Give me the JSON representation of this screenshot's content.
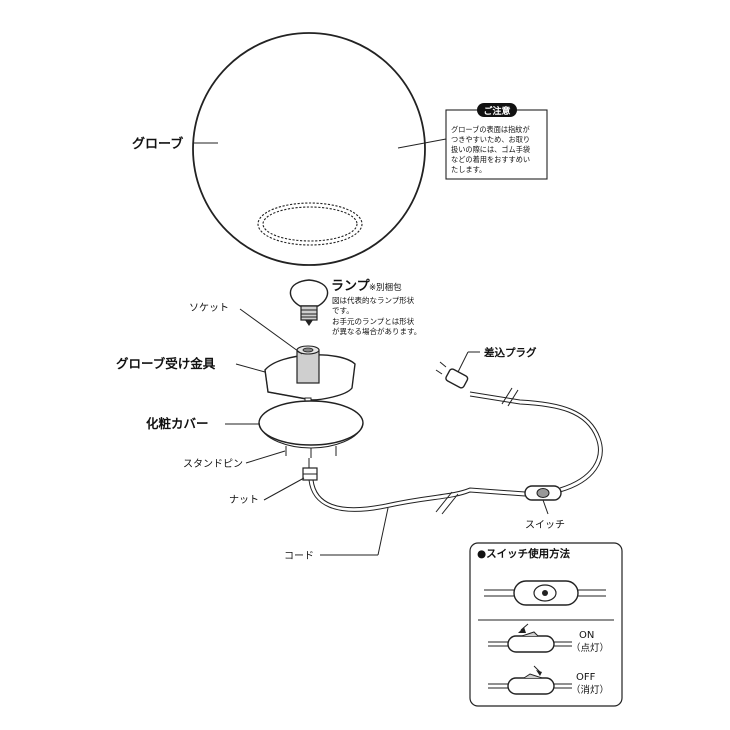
{
  "labels": {
    "globe": "グローブ",
    "lamp": "ランプ",
    "lamp_sep": "※別梱包",
    "lamp_note": [
      "図は代表的なランプ形状",
      "です。",
      "お手元のランプとは形状",
      "が異なる場合があります。"
    ],
    "socket": "ソケット",
    "fitting": "グローブ受け金具",
    "cover": "化粧カバー",
    "stand_pin": "スタンドピン",
    "nut": "ナット",
    "cord": "コード",
    "plug": "差込プラグ",
    "switch": "スイッチ"
  },
  "caution": {
    "title": "ご注意",
    "lines": [
      "グローブの表面は指紋が",
      "つきやすいため、お取り",
      "扱いの際には、ゴム手袋",
      "などの着用をおすすめい",
      "たします。"
    ]
  },
  "switch_panel": {
    "title": "●スイッチ使用方法",
    "on_label": "ON",
    "on_sub": "（点灯）",
    "off_label": "OFF",
    "off_sub": "（消灯）"
  },
  "colors": {
    "line": "#222222",
    "fill_gray": "#cfcfcf",
    "background": "#ffffff"
  }
}
